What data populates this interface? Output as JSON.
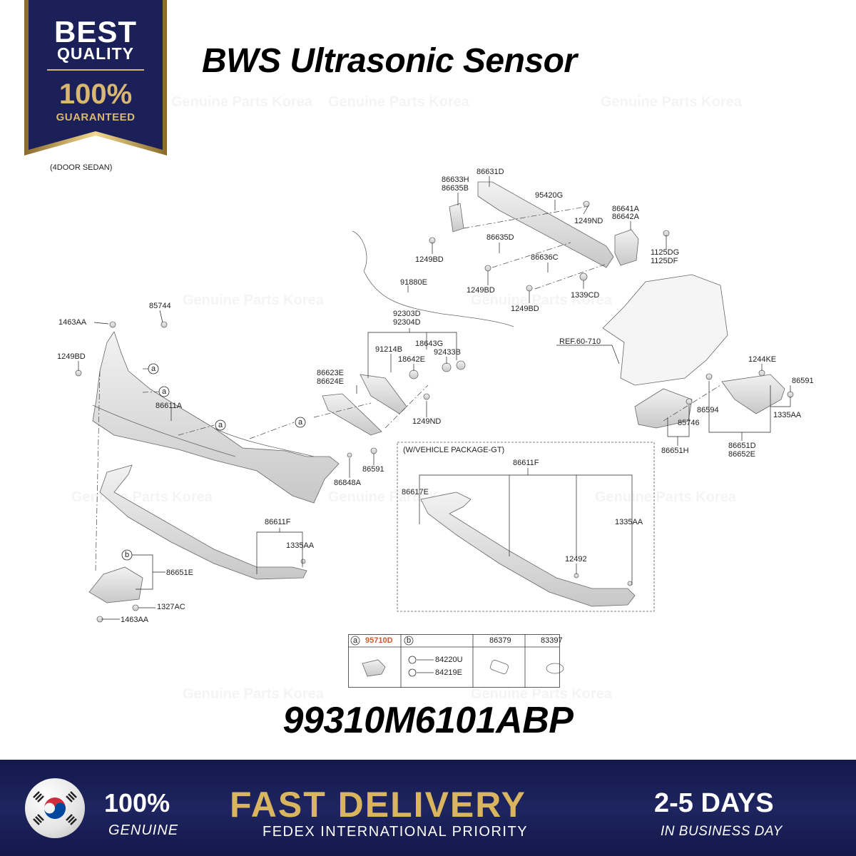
{
  "badge": {
    "best": "BEST",
    "quality": "QUALITY",
    "percent": "100%",
    "guaranteed": "GUARANTEED"
  },
  "title": "BWS Ultrasonic Sensor",
  "variant": "(4DOOR SEDAN)",
  "watermark": "Genuine Parts Korea",
  "labels": {
    "l86631D": "86631D",
    "l86633H": "86633H",
    "l86635B": "86635B",
    "l95420G": "95420G",
    "l1249ND_a": "1249ND",
    "l86641A": "86641A",
    "l86642A": "86642A",
    "l1249BD_a": "1249BD",
    "l86635D": "86635D",
    "l86636C": "86636C",
    "l1125DG": "1125DG",
    "l1125DF": "1125DF",
    "l1249BD_b": "1249BD",
    "l1339CD": "1339CD",
    "l1249BD_c": "1249BD",
    "l91880E": "91880E",
    "l85744": "85744",
    "l1463AA_a": "1463AA",
    "l1249BD_d": "1249BD",
    "l86611A": "86611A",
    "l92303D": "92303D",
    "l92304D": "92304D",
    "l91214B": "91214B",
    "l18643G": "18643G",
    "l18642E": "18642E",
    "l92433B": "92433B",
    "l86623E": "86623E",
    "l86624E": "86624E",
    "l1249ND_b": "1249ND",
    "l86591_a": "86591",
    "l86848A": "86848A",
    "l86611F_a": "86611F",
    "l1335AA_a": "1335AA",
    "l86651E": "86651E",
    "l1327AC": "1327AC",
    "l1463AA_b": "1463AA",
    "lREF": "REF.60-710",
    "l1244KE": "1244KE",
    "l86591_b": "86591",
    "l86594": "86594",
    "l1335AA_b": "1335AA",
    "l85746": "85746",
    "l86651H": "86651H",
    "l86651D": "86651D",
    "l86652E": "86652E",
    "lPKG": "(W/VEHICLE PACKAGE-GT)",
    "l86611F_b": "86611F",
    "l86617E": "86617E",
    "l1335AA_c": "1335AA",
    "l12492": "12492",
    "a": "a",
    "b": "b"
  },
  "legend": {
    "a_part": "95710D",
    "b_part1": "84220U",
    "b_part2": "84219E",
    "col3": "86379",
    "col4": "83397"
  },
  "part_number": "99310M6101ABP",
  "footer": {
    "percent": "100%",
    "genuine": "GENUINE",
    "fast": "FAST DELIVERY",
    "fedex": "FEDEX INTERNATIONAL PRIORITY",
    "days": "2-5 DAYS",
    "business": "IN BUSINESS DAY"
  },
  "colors": {
    "navy": "#1b2158",
    "gold": "#d9b55f",
    "highlight": "#d25a2a"
  }
}
